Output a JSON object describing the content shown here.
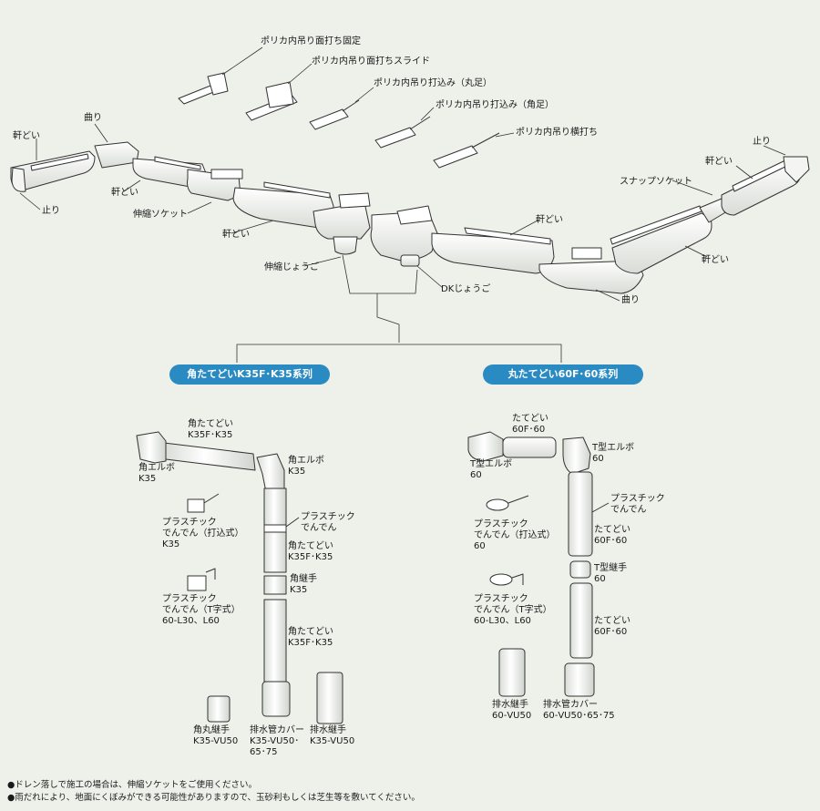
{
  "labels": {
    "hanger_fixed": "ポリカ内吊り面打ち固定",
    "hanger_slide": "ポリカ内吊り面打ちスライド",
    "hanger_round": "ポリカ内吊り打込み（丸足）",
    "hanger_square": "ポリカ内吊り打込み（角足）",
    "hanger_side": "ポリカ内吊り横打ち",
    "bend_left": "曲り",
    "gutter_far_left": "軒どい",
    "stop_left": "止り",
    "gutter_left": "軒どい",
    "expansion_socket": "伸縮ソケット",
    "gutter_center_left": "軒どい",
    "expansion_outlet": "伸縮じょうご",
    "dk_outlet": "DKじょうご",
    "gutter_center_right": "軒どい",
    "snap_socket": "スナップソケット",
    "gutter_right_upper": "軒どい",
    "stop_right": "止り",
    "gutter_right_lower": "軒どい",
    "bend_right": "曲り"
  },
  "series": {
    "square": "角たてどいK35F･K35系列",
    "round": "丸たてどい60F･60系列"
  },
  "square_parts": {
    "pipe_top": "角たてどい\nK35F･K35",
    "elbow_left": "角エルボ\nK35",
    "elbow_right": "角エルボ\nK35",
    "clamp_drive": "プラスチック\nでんでん（打込式）\nK35",
    "clamp_t": "プラスチック\nでんでん（T字式）\n60-L30、L60",
    "clamp_plastic": "プラスチック\nでんでん",
    "pipe_mid": "角たてどい\nK35F･K35",
    "joint": "角継手\nK35",
    "pipe_low": "角たてどい\nK35F･K35",
    "round_joint": "角丸継手\nK35-VU50",
    "drain_cover": "排水管カバー\nK35-VU50･\n65･75",
    "drain_joint": "排水継手\nK35-VU50"
  },
  "round_parts": {
    "pipe_top": "たてどい\n60F･60",
    "elbow_left": "T型エルボ\n60",
    "elbow_right": "T型エルボ\n60",
    "clamp_plastic": "プラスチック\nでんでん",
    "clamp_drive": "プラスチック\nでんでん（打込式）\n60",
    "pipe_mid": "たてどい\n60F･60",
    "joint": "T型継手\n60",
    "clamp_t": "プラスチック\nでんでん（T字式）\n60-L30、L60",
    "pipe_low": "たてどい\n60F･60",
    "drain_joint": "排水継手\n60-VU50",
    "drain_cover": "排水管カバー\n60-VU50･65･75"
  },
  "notes": [
    "●ドレン落しで施工の場合は、伸縮ソケットをご使用ください。",
    "●雨だれにより、地面にくぼみができる可能性がありますので、玉砂利もしくは芝生等を敷いてください。"
  ],
  "colors": {
    "accent": "#2a8ac2",
    "line": "#333333",
    "part_fill": "#ffffff"
  }
}
